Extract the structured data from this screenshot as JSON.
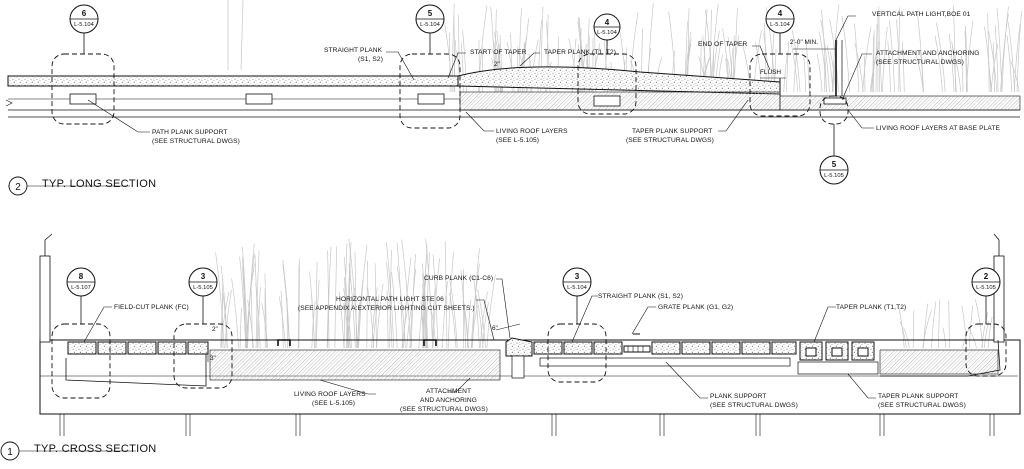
{
  "long_section": {
    "title": "TYP. LONG SECTION",
    "number": "2",
    "bubbles": [
      {
        "top": "6",
        "bottom": "L-5.104"
      },
      {
        "top": "5",
        "bottom": "L-5.104"
      },
      {
        "top": "4",
        "bottom": "L-5.104"
      },
      {
        "top": "4",
        "bottom": "L-5.104"
      },
      {
        "top": "5",
        "bottom": "L-5.105"
      }
    ],
    "labels": {
      "straight_plank": "STRAIGHT PLANK",
      "straight_plank_sub": "(S1, S2)",
      "start_of_taper": "START OF TAPER",
      "taper_plank": "TAPER PLANK (T1, T2)",
      "end_of_taper": "END OF TAPER",
      "vertical_light": "VERTICAL PATH LIGHT,BOE 01",
      "dim_min": "2'-0\" MIN.",
      "attachment": "ATTACHMENT AND ANCHORING",
      "attachment_sub": "(SEE STRUCTURAL DWGS)",
      "flush": "FLUSH",
      "dim_2in": "2\"",
      "path_plank_support": "PATH PLANK SUPPORT",
      "path_plank_support_sub": "(SEE STRUCTURAL DWGS)",
      "living_roof": "LIVING ROOF LAYERS",
      "living_roof_sub": "(SEE L-5.105)",
      "taper_plank_support": "TAPER PLANK SUPPORT",
      "taper_plank_support_sub": "(SEE STRUCTURAL DWGS)",
      "living_roof_base": "LIVING ROOF LAYERS AT BASE PLATE"
    }
  },
  "cross_section": {
    "title": "TYP. CROSS SECTION",
    "number": "1",
    "bubbles": [
      {
        "top": "8",
        "bottom": "L-5.107"
      },
      {
        "top": "3",
        "bottom": "L-5.105"
      },
      {
        "top": "3",
        "bottom": "L-5.104"
      },
      {
        "top": "2",
        "bottom": "L-5.105"
      }
    ],
    "labels": {
      "field_cut": "FIELD-CUT PLANK (FC)",
      "curb_plank": "CURB PLANK (C1-C6)",
      "horizontal_light": "HORIZONTAL PATH LIGHT STE 06",
      "horizontal_light_sub": "(SEE APPENDIX A:EXTERIOR LIGHTING CUT SHEETS.)",
      "straight_plank": "STRAIGHT PLANK (S1, S2)",
      "grate_plank": "GRATE PLANK (G1, G2)",
      "taper_plank": "TAPER PLANK (T1,T2)",
      "dim_6in": "6\"",
      "dim_2in": "2\"",
      "dim_3in": "3\"",
      "living_roof": "LIVING ROOF LAYERS",
      "living_roof_sub": "(SEE L-5.105)",
      "attachment": "ATTACHMENT",
      "attachment_sub1": "AND ANCHORING",
      "attachment_sub2": "(SEE STRUCTURAL DWGS)",
      "plank_support": "PLANK SUPPORT",
      "plank_support_sub": "(SEE STRUCTURAL DWGS)",
      "taper_plank_support": "TAPER PLANK SUPPORT",
      "taper_plank_support_sub": "(SEE STRUCTURAL DWGS)"
    }
  },
  "colors": {
    "line": "#111111",
    "grass": "#c8c8c8",
    "hatch": "#9a9a9a"
  }
}
